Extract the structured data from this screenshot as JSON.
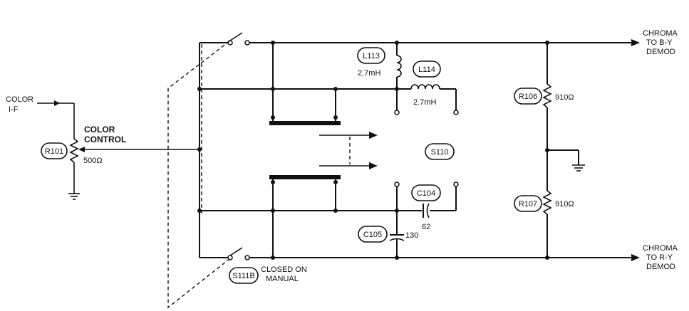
{
  "labels": {
    "input_line1": "COLOR",
    "input_line2": "I-F",
    "control_line1": "COLOR",
    "control_line2": "CONTROL",
    "out_top_line1": "CHROMA",
    "out_top_line2": "TO B-Y",
    "out_top_line3": "DEMOD",
    "out_bottom_line1": "CHROMA",
    "out_bottom_line2": "TO R-Y",
    "out_bottom_line3": "DEMOD"
  },
  "components": {
    "r101": {
      "ref": "R101",
      "value": "500Ω"
    },
    "l113": {
      "ref": "L113",
      "value": "2.7mH"
    },
    "l114": {
      "ref": "L114",
      "value": "2.7mH"
    },
    "s110": {
      "ref": "S110"
    },
    "c104": {
      "ref": "C104",
      "value": "62"
    },
    "c105": {
      "ref": "C105",
      "value": "130"
    },
    "r106": {
      "ref": "R106",
      "value": "910Ω"
    },
    "r107": {
      "ref": "R107",
      "value": "910Ω"
    },
    "s111b": {
      "ref": "S111B",
      "note_line1": "CLOSED ON",
      "note_line2": "MANUAL"
    }
  }
}
